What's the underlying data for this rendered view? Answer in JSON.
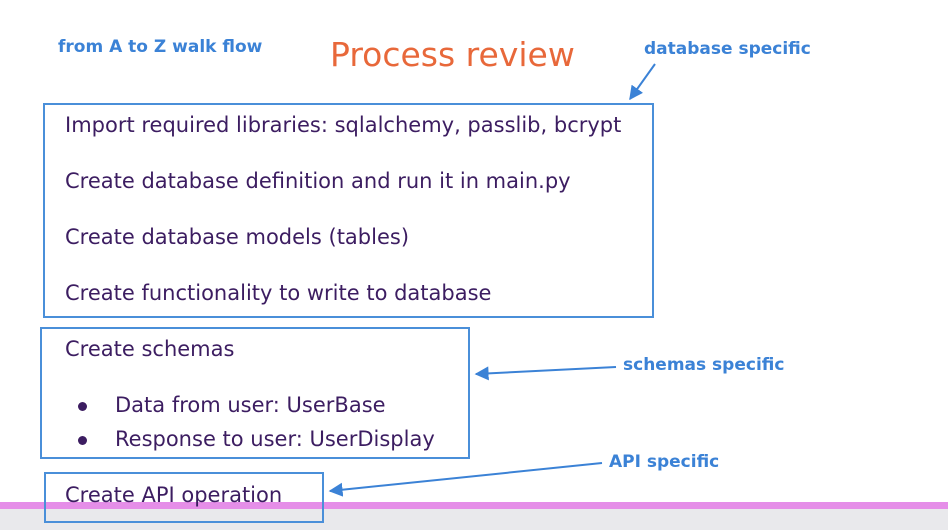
{
  "slide": {
    "title": "Process review",
    "title_color": "#e8683a"
  },
  "annotations": {
    "walk_flow": "from A to Z walk flow",
    "database_specific": "database specific",
    "schemas_specific": "schemas specific",
    "api_specific": "API specific",
    "color": "#3b82d6"
  },
  "database_steps": [
    "Import required libraries: sqlalchemy, passlib, bcrypt",
    "Create database definition and run it in main.py",
    "Create database models (tables)",
    "Create functionality to write to database"
  ],
  "schemas_step": {
    "label": "Create schemas",
    "bullets": [
      "Data from user: UserBase",
      "Response to user: UserDisplay"
    ]
  },
  "api_step": {
    "label": "Create API operation"
  },
  "colors": {
    "step_text": "#3c1d61",
    "box_border": "#4a8fd9",
    "bottom_accent": "#e58ee8"
  }
}
